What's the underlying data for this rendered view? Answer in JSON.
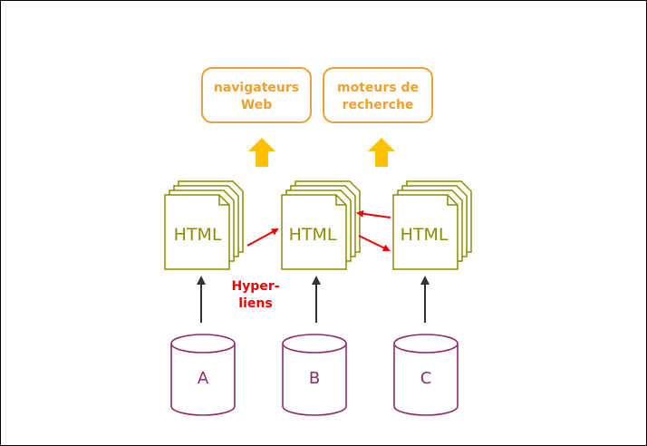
{
  "top_boxes": [
    {
      "line1": "navigateurs",
      "line2": "Web"
    },
    {
      "line1": "moteurs de",
      "line2": "recherche"
    }
  ],
  "html_docs": [
    {
      "label": "HTML"
    },
    {
      "label": "HTML"
    },
    {
      "label": "HTML"
    }
  ],
  "databases": [
    {
      "label": "A"
    },
    {
      "label": "B"
    },
    {
      "label": "C"
    }
  ],
  "hyperlinks": {
    "line1": "Hyper-",
    "line2": "liens"
  },
  "colors": {
    "box": "#f0a030",
    "upward_arrow": "#ffc000",
    "document": "#8c8c00",
    "database": "#8b2d6b",
    "hyperlink": "#ee0000",
    "connector": "#333333"
  }
}
